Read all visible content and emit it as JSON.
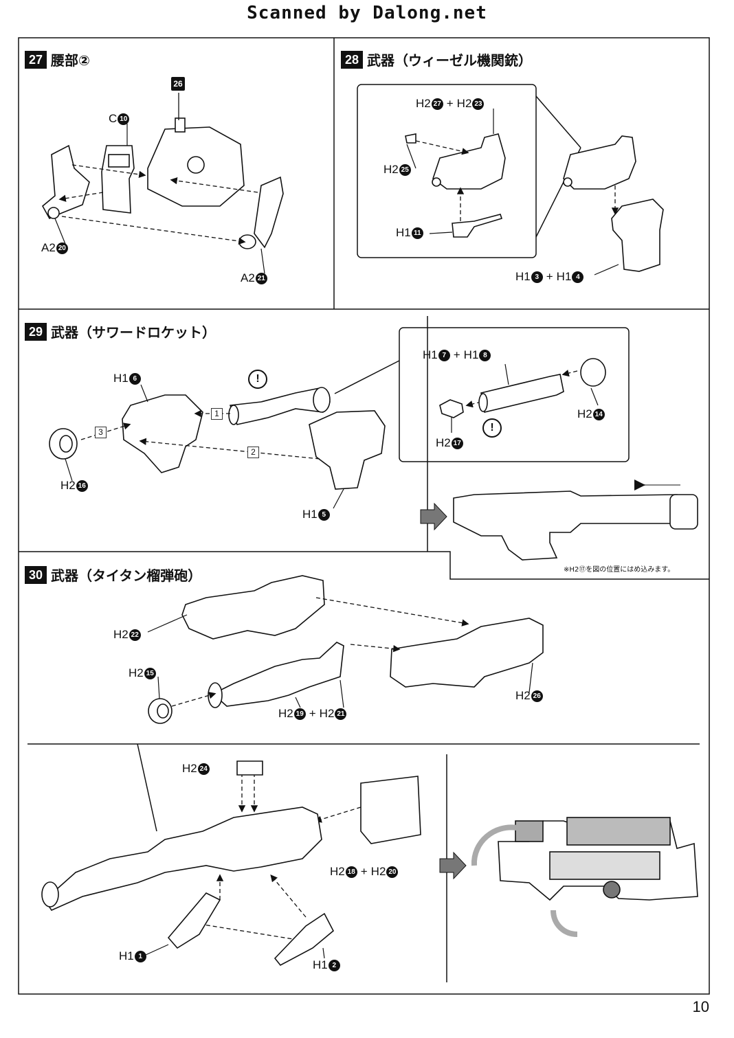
{
  "header": {
    "scanner_credit": "Scanned by Dalong.net"
  },
  "page_number": "10",
  "steps": {
    "s27": {
      "num": "27",
      "title": "腰部②",
      "labels": {
        "c10_pre": "C",
        "c10": "10",
        "top_badge": "26",
        "a220_pre": "A2",
        "a220": "20",
        "a221_pre": "A2",
        "a221": "21"
      }
    },
    "s28": {
      "num": "28",
      "title": "武器（ウィーゼル機関銃）",
      "labels": {
        "h227_pre": "H2",
        "h227": "27",
        "h223_pre": "H2",
        "h223": "23",
        "h225_pre": "H2",
        "h225": "25",
        "h111_pre": "H1",
        "h111": "11",
        "h13_pre": "H1",
        "h13": "3",
        "h14_pre": "H1",
        "h14": "4"
      }
    },
    "s29": {
      "num": "29",
      "title": "武器（サワードロケット）",
      "labels": {
        "h16_pre": "H1",
        "h16": "6",
        "h216_pre": "H2",
        "h216": "16",
        "h15_pre": "H1",
        "h15": "5",
        "h17_pre": "H1",
        "h17": "7",
        "h18_pre": "H1",
        "h18": "8",
        "h214_pre": "H2",
        "h214": "14",
        "h217_pre": "H2",
        "h217": "17"
      },
      "order": [
        "1",
        "2",
        "3"
      ],
      "warn": "!",
      "note": "※H2⑰を図の位置にはめ込みます。"
    },
    "s30": {
      "num": "30",
      "title": "武器（タイタン榴弾砲）",
      "labels": {
        "h222_pre": "H2",
        "h222": "22",
        "h215_pre": "H2",
        "h215": "15",
        "h219_pre": "H2",
        "h219": "19",
        "h221_pre": "H2",
        "h221": "21",
        "h226_pre": "H2",
        "h226": "26",
        "h224_pre": "H2",
        "h224": "24",
        "h218_pre": "H2",
        "h218": "18",
        "h220_pre": "H2",
        "h220": "20",
        "h11_pre": "H1",
        "h11": "1",
        "h12_pre": "H1",
        "h12": "2"
      }
    }
  },
  "plus_sign": "+"
}
